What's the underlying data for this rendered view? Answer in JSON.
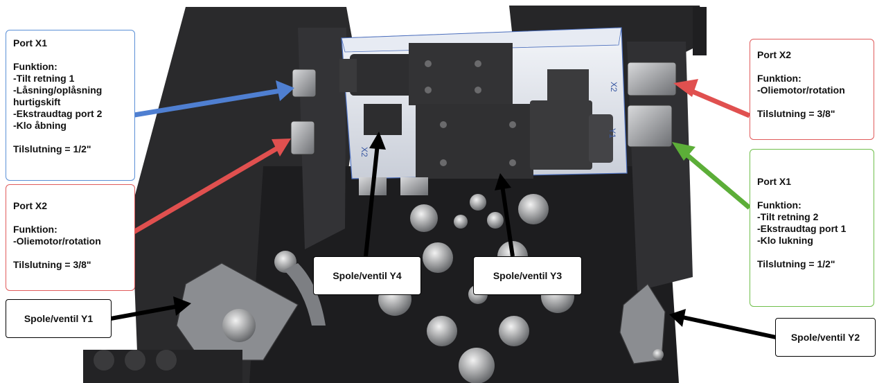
{
  "colors": {
    "blue": "#4f7fd1",
    "red": "#e0504f",
    "green": "#5cae38",
    "black": "#000000"
  },
  "callouts": {
    "left_x1": {
      "lines": [
        "Port X1",
        "",
        "Funktion:",
        "-Tilt retning 1",
        "-Låsning/oplåsning",
        "hurtigskift",
        "-Ekstraudtag port 2",
        "-Klo åbning",
        "",
        "Tilslutning = 1/2\""
      ]
    },
    "left_x2": {
      "lines": [
        "Port X2",
        "",
        "Funktion:",
        "-Oliemotor/rotation",
        "",
        "Tilslutning = 3/8\""
      ]
    },
    "right_x2": {
      "lines": [
        "Port X2",
        "",
        "Funktion:",
        "-Oliemotor/rotation",
        "",
        "Tilslutning = 3/8\""
      ]
    },
    "right_x1": {
      "lines": [
        "Port X1",
        "",
        "Funktion:",
        "-Tilt retning 2",
        "-Ekstraudtag port 1",
        "-Klo lukning",
        "",
        "Tilslutning = 1/2\""
      ]
    }
  },
  "labels": {
    "y1": "Spole/ventil Y1",
    "y2": "Spole/ventil Y2",
    "y3": "Spole/ventil Y3",
    "y4": "Spole/ventil Y4"
  },
  "block_markings": {
    "x2_left": "X2",
    "x2_right": "X2",
    "y1": "Y1"
  }
}
